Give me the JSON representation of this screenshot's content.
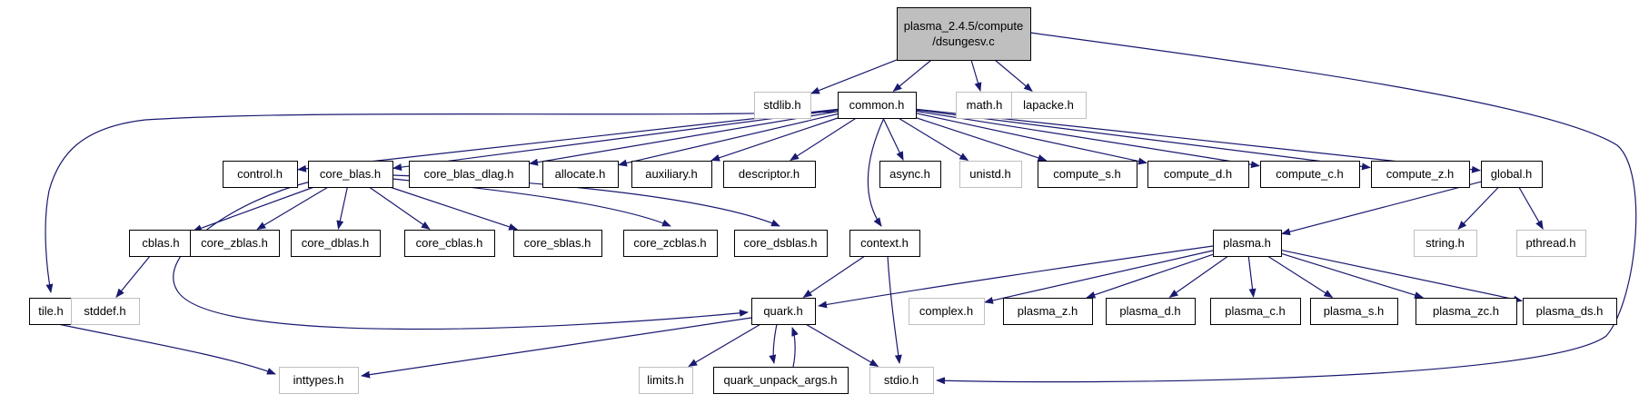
{
  "diagram": {
    "style": {
      "edge_color": "#191970",
      "root_fill": "#bfbfbf",
      "node_border": "#000000",
      "missing_border": "#bfbfbf",
      "text_color": "#000000"
    },
    "nodes": [
      {
        "id": "root",
        "lines": [
          "plasma_2.4.5/compute",
          "/dsungesv.c"
        ],
        "kind": "root"
      },
      {
        "id": "stdlib",
        "lines": [
          "stdlib.h"
        ],
        "kind": "missing"
      },
      {
        "id": "common",
        "lines": [
          "common.h"
        ],
        "kind": "normal"
      },
      {
        "id": "math",
        "lines": [
          "math.h"
        ],
        "kind": "missing"
      },
      {
        "id": "lapacke",
        "lines": [
          "lapacke.h"
        ],
        "kind": "missing"
      },
      {
        "id": "control",
        "lines": [
          "control.h"
        ],
        "kind": "normal"
      },
      {
        "id": "core_blas",
        "lines": [
          "core_blas.h"
        ],
        "kind": "normal"
      },
      {
        "id": "core_blas_dlag",
        "lines": [
          "core_blas_dlag.h"
        ],
        "kind": "normal"
      },
      {
        "id": "allocate",
        "lines": [
          "allocate.h"
        ],
        "kind": "normal"
      },
      {
        "id": "auxiliary",
        "lines": [
          "auxiliary.h"
        ],
        "kind": "normal"
      },
      {
        "id": "descriptor",
        "lines": [
          "descriptor.h"
        ],
        "kind": "normal"
      },
      {
        "id": "async",
        "lines": [
          "async.h"
        ],
        "kind": "normal"
      },
      {
        "id": "unistd",
        "lines": [
          "unistd.h"
        ],
        "kind": "missing"
      },
      {
        "id": "compute_s",
        "lines": [
          "compute_s.h"
        ],
        "kind": "normal"
      },
      {
        "id": "compute_d",
        "lines": [
          "compute_d.h"
        ],
        "kind": "normal"
      },
      {
        "id": "compute_c",
        "lines": [
          "compute_c.h"
        ],
        "kind": "normal"
      },
      {
        "id": "compute_z",
        "lines": [
          "compute_z.h"
        ],
        "kind": "normal"
      },
      {
        "id": "global",
        "lines": [
          "global.h"
        ],
        "kind": "normal"
      },
      {
        "id": "cblas",
        "lines": [
          "cblas.h"
        ],
        "kind": "normal"
      },
      {
        "id": "core_zblas",
        "lines": [
          "core_zblas.h"
        ],
        "kind": "normal"
      },
      {
        "id": "core_dblas",
        "lines": [
          "core_dblas.h"
        ],
        "kind": "normal"
      },
      {
        "id": "core_cblas",
        "lines": [
          "core_cblas.h"
        ],
        "kind": "normal"
      },
      {
        "id": "core_sblas",
        "lines": [
          "core_sblas.h"
        ],
        "kind": "normal"
      },
      {
        "id": "core_zcblas",
        "lines": [
          "core_zcblas.h"
        ],
        "kind": "normal"
      },
      {
        "id": "core_dsblas",
        "lines": [
          "core_dsblas.h"
        ],
        "kind": "normal"
      },
      {
        "id": "context",
        "lines": [
          "context.h"
        ],
        "kind": "normal"
      },
      {
        "id": "plasma",
        "lines": [
          "plasma.h"
        ],
        "kind": "normal"
      },
      {
        "id": "string",
        "lines": [
          "string.h"
        ],
        "kind": "missing"
      },
      {
        "id": "pthread",
        "lines": [
          "pthread.h"
        ],
        "kind": "missing"
      },
      {
        "id": "tile",
        "lines": [
          "tile.h"
        ],
        "kind": "normal"
      },
      {
        "id": "stddef",
        "lines": [
          "stddef.h"
        ],
        "kind": "missing"
      },
      {
        "id": "quark",
        "lines": [
          "quark.h"
        ],
        "kind": "normal"
      },
      {
        "id": "complex",
        "lines": [
          "complex.h"
        ],
        "kind": "missing"
      },
      {
        "id": "plasma_z",
        "lines": [
          "plasma_z.h"
        ],
        "kind": "normal"
      },
      {
        "id": "plasma_d",
        "lines": [
          "plasma_d.h"
        ],
        "kind": "normal"
      },
      {
        "id": "plasma_c",
        "lines": [
          "plasma_c.h"
        ],
        "kind": "normal"
      },
      {
        "id": "plasma_s",
        "lines": [
          "plasma_s.h"
        ],
        "kind": "normal"
      },
      {
        "id": "plasma_zc",
        "lines": [
          "plasma_zc.h"
        ],
        "kind": "normal"
      },
      {
        "id": "plasma_ds",
        "lines": [
          "plasma_ds.h"
        ],
        "kind": "normal"
      },
      {
        "id": "inttypes",
        "lines": [
          "inttypes.h"
        ],
        "kind": "missing"
      },
      {
        "id": "limits",
        "lines": [
          "limits.h"
        ],
        "kind": "missing"
      },
      {
        "id": "quark_unpack_args",
        "lines": [
          "quark_unpack_args.h"
        ],
        "kind": "normal"
      },
      {
        "id": "stdio",
        "lines": [
          "stdio.h"
        ],
        "kind": "missing"
      }
    ],
    "edges": [
      [
        "root",
        "stdlib"
      ],
      [
        "root",
        "common"
      ],
      [
        "root",
        "math"
      ],
      [
        "root",
        "lapacke"
      ],
      [
        "root",
        "stdio"
      ],
      [
        "common",
        "tile"
      ],
      [
        "common",
        "control"
      ],
      [
        "common",
        "core_blas"
      ],
      [
        "common",
        "core_blas_dlag"
      ],
      [
        "common",
        "allocate"
      ],
      [
        "common",
        "auxiliary"
      ],
      [
        "common",
        "descriptor"
      ],
      [
        "common",
        "context"
      ],
      [
        "common",
        "async"
      ],
      [
        "common",
        "unistd"
      ],
      [
        "common",
        "compute_s"
      ],
      [
        "common",
        "compute_d"
      ],
      [
        "common",
        "compute_c"
      ],
      [
        "common",
        "compute_z"
      ],
      [
        "common",
        "global"
      ],
      [
        "core_blas",
        "cblas"
      ],
      [
        "core_blas",
        "core_zblas"
      ],
      [
        "core_blas",
        "core_dblas"
      ],
      [
        "core_blas",
        "core_cblas"
      ],
      [
        "core_blas",
        "core_sblas"
      ],
      [
        "core_blas",
        "core_zcblas"
      ],
      [
        "core_blas",
        "core_dsblas"
      ],
      [
        "core_blas",
        "quark"
      ],
      [
        "cblas",
        "stddef"
      ],
      [
        "tile",
        "inttypes"
      ],
      [
        "context",
        "quark"
      ],
      [
        "context",
        "stdio"
      ],
      [
        "global",
        "plasma"
      ],
      [
        "global",
        "string"
      ],
      [
        "global",
        "pthread"
      ],
      [
        "plasma",
        "quark"
      ],
      [
        "plasma",
        "complex"
      ],
      [
        "plasma",
        "plasma_z"
      ],
      [
        "plasma",
        "plasma_d"
      ],
      [
        "plasma",
        "plasma_c"
      ],
      [
        "plasma",
        "plasma_s"
      ],
      [
        "plasma",
        "plasma_zc"
      ],
      [
        "plasma",
        "plasma_ds"
      ],
      [
        "quark",
        "inttypes"
      ],
      [
        "quark",
        "limits"
      ],
      [
        "quark",
        "quark_unpack_args"
      ],
      [
        "quark",
        "stdio"
      ],
      [
        "quark_unpack_args",
        "quark"
      ]
    ]
  }
}
